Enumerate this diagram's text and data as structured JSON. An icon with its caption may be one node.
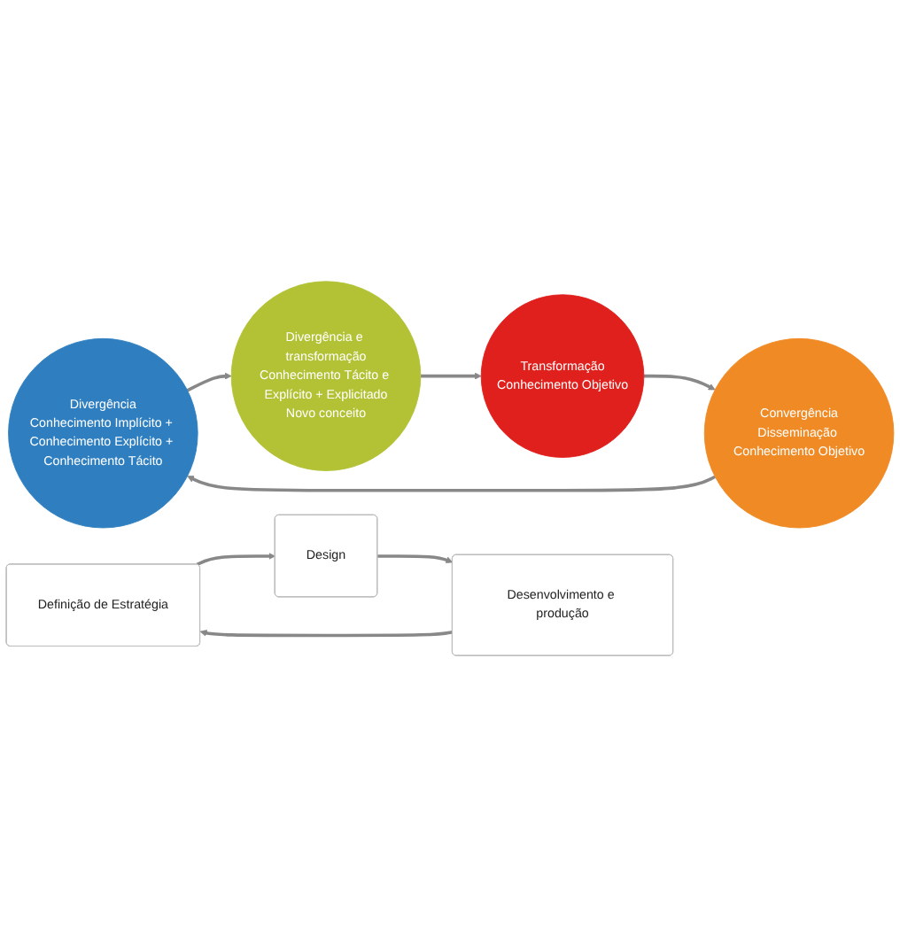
{
  "diagram": {
    "nodes": [
      {
        "text": [
          "Divergência",
          "Conhecimento Implícito + Conhecimento Explícito + Conhecimento Tácito"
        ]
      },
      {
        "text": [
          "Divergência e transformação",
          "Conhecimento Tácito e Explícito + Explicitado",
          "Novo conceito"
        ]
      },
      {
        "text": [
          "Transformação",
          "Conhecimento Objetivo"
        ]
      },
      {
        "text": [
          "Convergência",
          "Disseminação Conhecimento Objetivo"
        ]
      },
      {
        "text": [
          "Definição de Estratégia"
        ]
      },
      {
        "text": [
          "Design"
        ]
      },
      {
        "text": [
          "Desenvolvimento e produção"
        ]
      }
    ],
    "edges": [
      {
        "from": 0,
        "to": 1,
        "arrow": "to"
      },
      {
        "from": 1,
        "to": 2,
        "arrow": "to"
      },
      {
        "from": 2,
        "to": 3,
        "arrow": "to"
      },
      {
        "from": 3,
        "to": 0,
        "arrow": "to"
      },
      {
        "from": 4,
        "to": 5,
        "arrow": "to"
      },
      {
        "from": 5,
        "to": 6,
        "arrow": "to"
      },
      {
        "from": 6,
        "to": 4,
        "arrow": "to"
      }
    ]
  }
}
